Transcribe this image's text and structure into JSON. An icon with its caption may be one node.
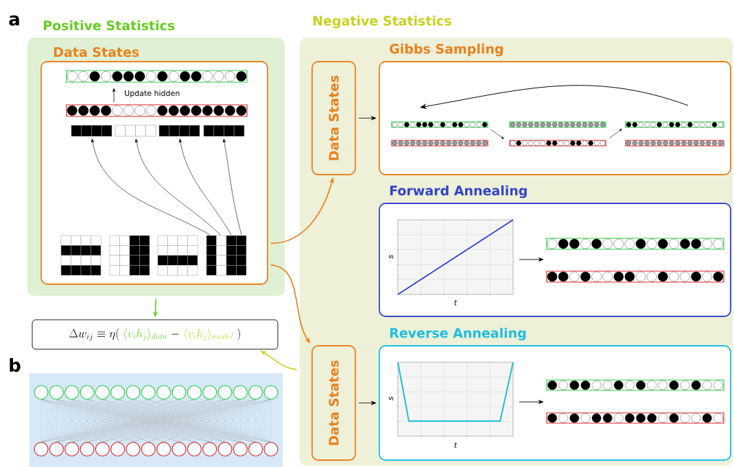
{
  "diagram": {
    "nodes": [
      {
        "text": [
          "Positive Statistics"
        ]
      },
      {
        "text": [
          "Data States"
        ],
        "in": 0
      },
      {
        "text": [
          "\\Delta w_{ij} \\equiv \\eta(",
          "\\langle v_i h_j \\rangle_{data}",
          "-",
          "\\langle v_i h_j \\rangle_{model}",
          ")"
        ]
      },
      {
        "text": [
          "Negative Statistics"
        ]
      },
      {
        "text": [
          "Data States"
        ],
        "in": 3
      },
      {
        "text": [
          "Gibbs Sampling"
        ],
        "in": 3
      },
      {
        "text": [
          "Forward Annealing"
        ],
        "in": 3
      },
      {
        "text": [
          "Data States"
        ],
        "in": 3
      },
      {
        "text": [
          "Reverse Annealing"
        ],
        "in": 3
      }
    ],
    "edges": [
      {
        "from": 0,
        "to": 2,
        "arrow": "to",
        "color": "#66cc22"
      },
      {
        "from": 3,
        "to": 2,
        "arrow": "to",
        "color": "#c8d21e"
      },
      {
        "from": 1,
        "to": 4,
        "arrow": "to",
        "color": "#e8821e"
      },
      {
        "from": 1,
        "to": 7,
        "arrow": "to",
        "color": "#e8821e"
      },
      {
        "from": 4,
        "to": 5,
        "arrow": "to",
        "color": "#000000"
      },
      {
        "from": 7,
        "to": 8,
        "arrow": "to",
        "color": "#000000"
      }
    ],
    "labels": [
      "a",
      "Update hidden",
      "s",
      "t",
      "b",
      "s",
      "t"
    ]
  }
}
